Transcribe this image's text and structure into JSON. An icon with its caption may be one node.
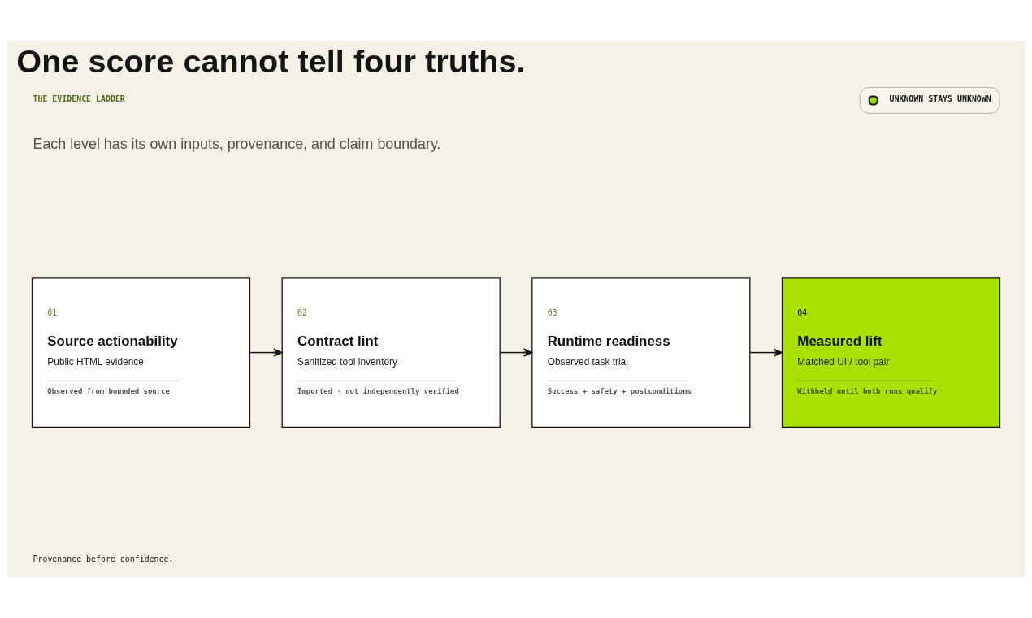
{
  "diagram": {
    "title": "One score cannot tell four truths.",
    "nodes": [
      {
        "text": [
          "01",
          "Source actionability",
          "Public HTML evidence",
          "Observed from bounded source"
        ]
      },
      {
        "text": [
          "02",
          "Contract lint",
          "Sanitized tool inventory",
          "Imported · not independently verified"
        ]
      },
      {
        "text": [
          "03",
          "Runtime readiness",
          "Observed task trial",
          "Success + safety + postconditions"
        ]
      },
      {
        "text": [
          "04",
          "Measured lift",
          "Matched UI / tool pair",
          "Withheld until both runs qualify"
        ]
      }
    ],
    "edges": [
      {
        "from": 0,
        "to": 1,
        "arrow": "to"
      },
      {
        "from": 1,
        "to": 2,
        "arrow": "to"
      },
      {
        "from": 2,
        "to": 3,
        "arrow": "to"
      }
    ],
    "labels": [
      "UNKNOWN STAYS UNKNOWN",
      "THE EVIDENCE LADDER",
      "Each level has its own inputs, provenance, and claim boundary.",
      "Provenance before confidence."
    ]
  }
}
